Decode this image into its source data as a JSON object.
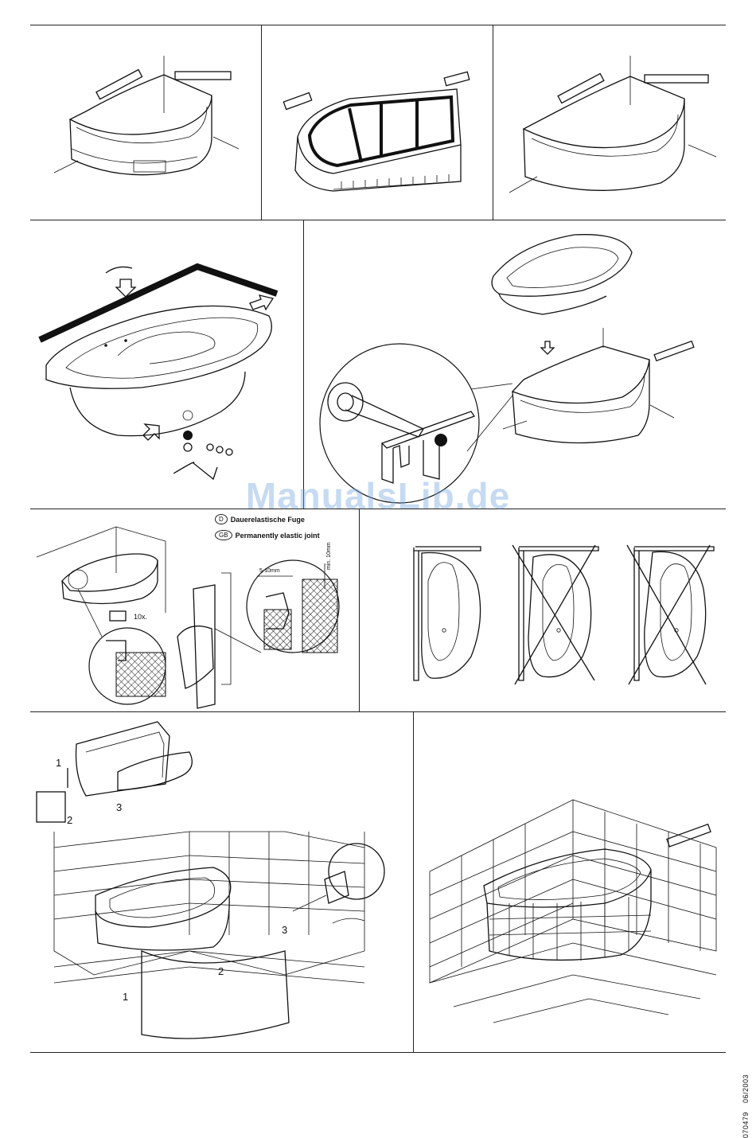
{
  "legend": {
    "de": {
      "code": "D",
      "text": "Dauerelastische Fuge"
    },
    "gb": {
      "code": "GB",
      "text": "Permanently elastic joint"
    }
  },
  "watermark": "ManualsLib.de",
  "callouts": {
    "step1_top": "1",
    "step2_top": "2",
    "step3_top": "3",
    "step1_bottom": "1",
    "step2_bottom": "2",
    "step3_bottom": "3",
    "silicone_note": "10x.",
    "dim_gap": "5-10mm",
    "dim_depth": "min. 10mm"
  },
  "footer": {
    "doc_number": "070479",
    "date": "06/2003"
  }
}
